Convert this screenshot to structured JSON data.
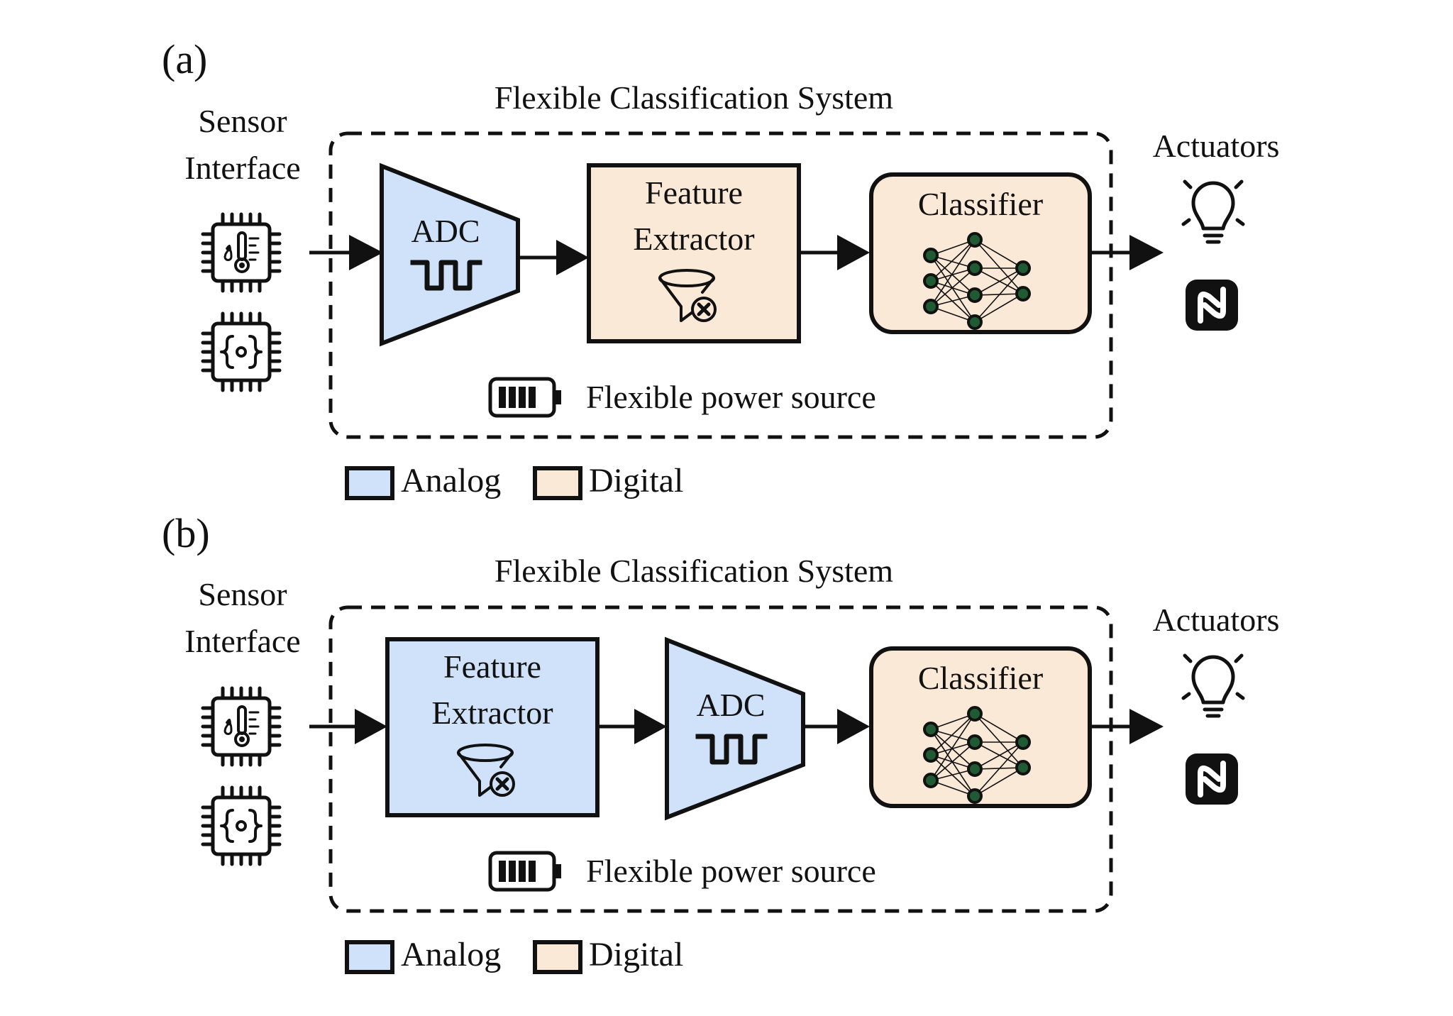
{
  "colors": {
    "analog": "#cfe2f9",
    "digital": "#fbe9d7",
    "outline": "#111111",
    "node": "#1f5a33"
  },
  "legend": {
    "analog_label": "Analog",
    "digital_label": "Digital"
  },
  "panels": [
    {
      "id": "a",
      "label": "(a)",
      "system_title": "Flexible Classification System",
      "sensor_label_line1": "Sensor",
      "sensor_label_line2": "Interface",
      "actuators_label": "Actuators",
      "adc_label": "ADC",
      "feature_line1": "Feature",
      "feature_line2": "Extractor",
      "feature_domain": "digital",
      "classifier_label": "Classifier",
      "power_label": "Flexible power source",
      "order": [
        "adc",
        "feature-extractor",
        "classifier"
      ]
    },
    {
      "id": "b",
      "label": "(b)",
      "system_title": "Flexible Classification System",
      "sensor_label_line1": "Sensor",
      "sensor_label_line2": "Interface",
      "actuators_label": "Actuators",
      "adc_label": "ADC",
      "feature_line1": "Feature",
      "feature_line2": "Extractor",
      "feature_domain": "analog",
      "classifier_label": "Classifier",
      "power_label": "Flexible power source",
      "order": [
        "feature-extractor",
        "adc",
        "classifier"
      ]
    }
  ],
  "icons": {
    "sensor_top": "temperature-sensor-chip-icon",
    "sensor_bottom": "code-chip-icon",
    "actuator_top": "lightbulb-icon",
    "actuator_bottom": "nfc-icon",
    "adc_symbol": "square-wave-icon",
    "feature_symbol": "filter-funnel-icon",
    "power_symbol": "battery-icon",
    "classifier_symbol": "neural-network-icon"
  }
}
